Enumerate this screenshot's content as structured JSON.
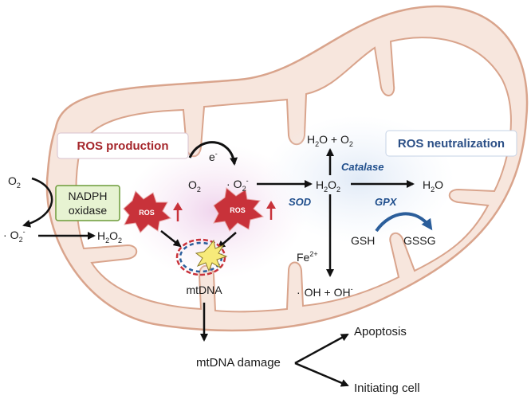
{
  "boxes": {
    "ros_production": "ROS production",
    "ros_neutralization": "ROS neutralization",
    "nadph_line1": "NADPH",
    "nadph_line2": "oxidase"
  },
  "badges": {
    "ros": "ROS"
  },
  "species": {
    "o2_outer": "O",
    "o2_outer_sub": "2",
    "superoxide_outer_dot": "·",
    "superoxide_outer": "O",
    "superoxide_outer_sub": "2",
    "superoxide_outer_sup": "-",
    "h2o2_left": "H",
    "h2o2_left_sub1": "2",
    "h2o2_left_o": "O",
    "h2o2_left_sub2": "2",
    "electron": "e",
    "electron_sup": "-",
    "o2_inner": "O",
    "o2_inner_sub": "2",
    "superoxide_inner_dot": "·",
    "superoxide_inner": "O",
    "superoxide_inner_sub": "2",
    "superoxide_inner_sup": "-",
    "h2o2_center": "H",
    "h2o2_center_sub1": "2",
    "h2o2_center_o": "O",
    "h2o2_center_sub2": "2",
    "h2o_o2_top_h": "H",
    "h2o_o2_top_sub1": "2",
    "h2o_o2_top_mid": "O + O",
    "h2o_o2_top_sub2": "2",
    "h2o_right_h": "H",
    "h2o_right_sub": "2",
    "h2o_right_o": "O",
    "gsh": "GSH",
    "gssg": "GSSG",
    "fe": "Fe",
    "fe_sup": "2+",
    "hydroxyl_dot": "·",
    "hydroxyl": "OH + OH",
    "hydroxyl_sup": "-",
    "mtdna": "mtDNA",
    "mtdna_damage": "mtDNA damage"
  },
  "enzymes": {
    "sod": "SOD",
    "catalase": "Catalase",
    "gpx": "GPX"
  },
  "outcomes": {
    "apoptosis": "Apoptosis",
    "initiating_cell": "Initiating cell"
  },
  "colors": {
    "outer_membrane": "#f7e6dd",
    "outer_stroke": "#d9a48c",
    "inner_matrix": "#ffffff",
    "pink_glow": "#f2dcef",
    "blue_glow": "#e3ecf7",
    "ros_star": "#c8323a",
    "nadph_fill": "#e7f3d2",
    "nadph_stroke": "#6d9b3a",
    "gpx_arrow": "#2b5e9b"
  }
}
